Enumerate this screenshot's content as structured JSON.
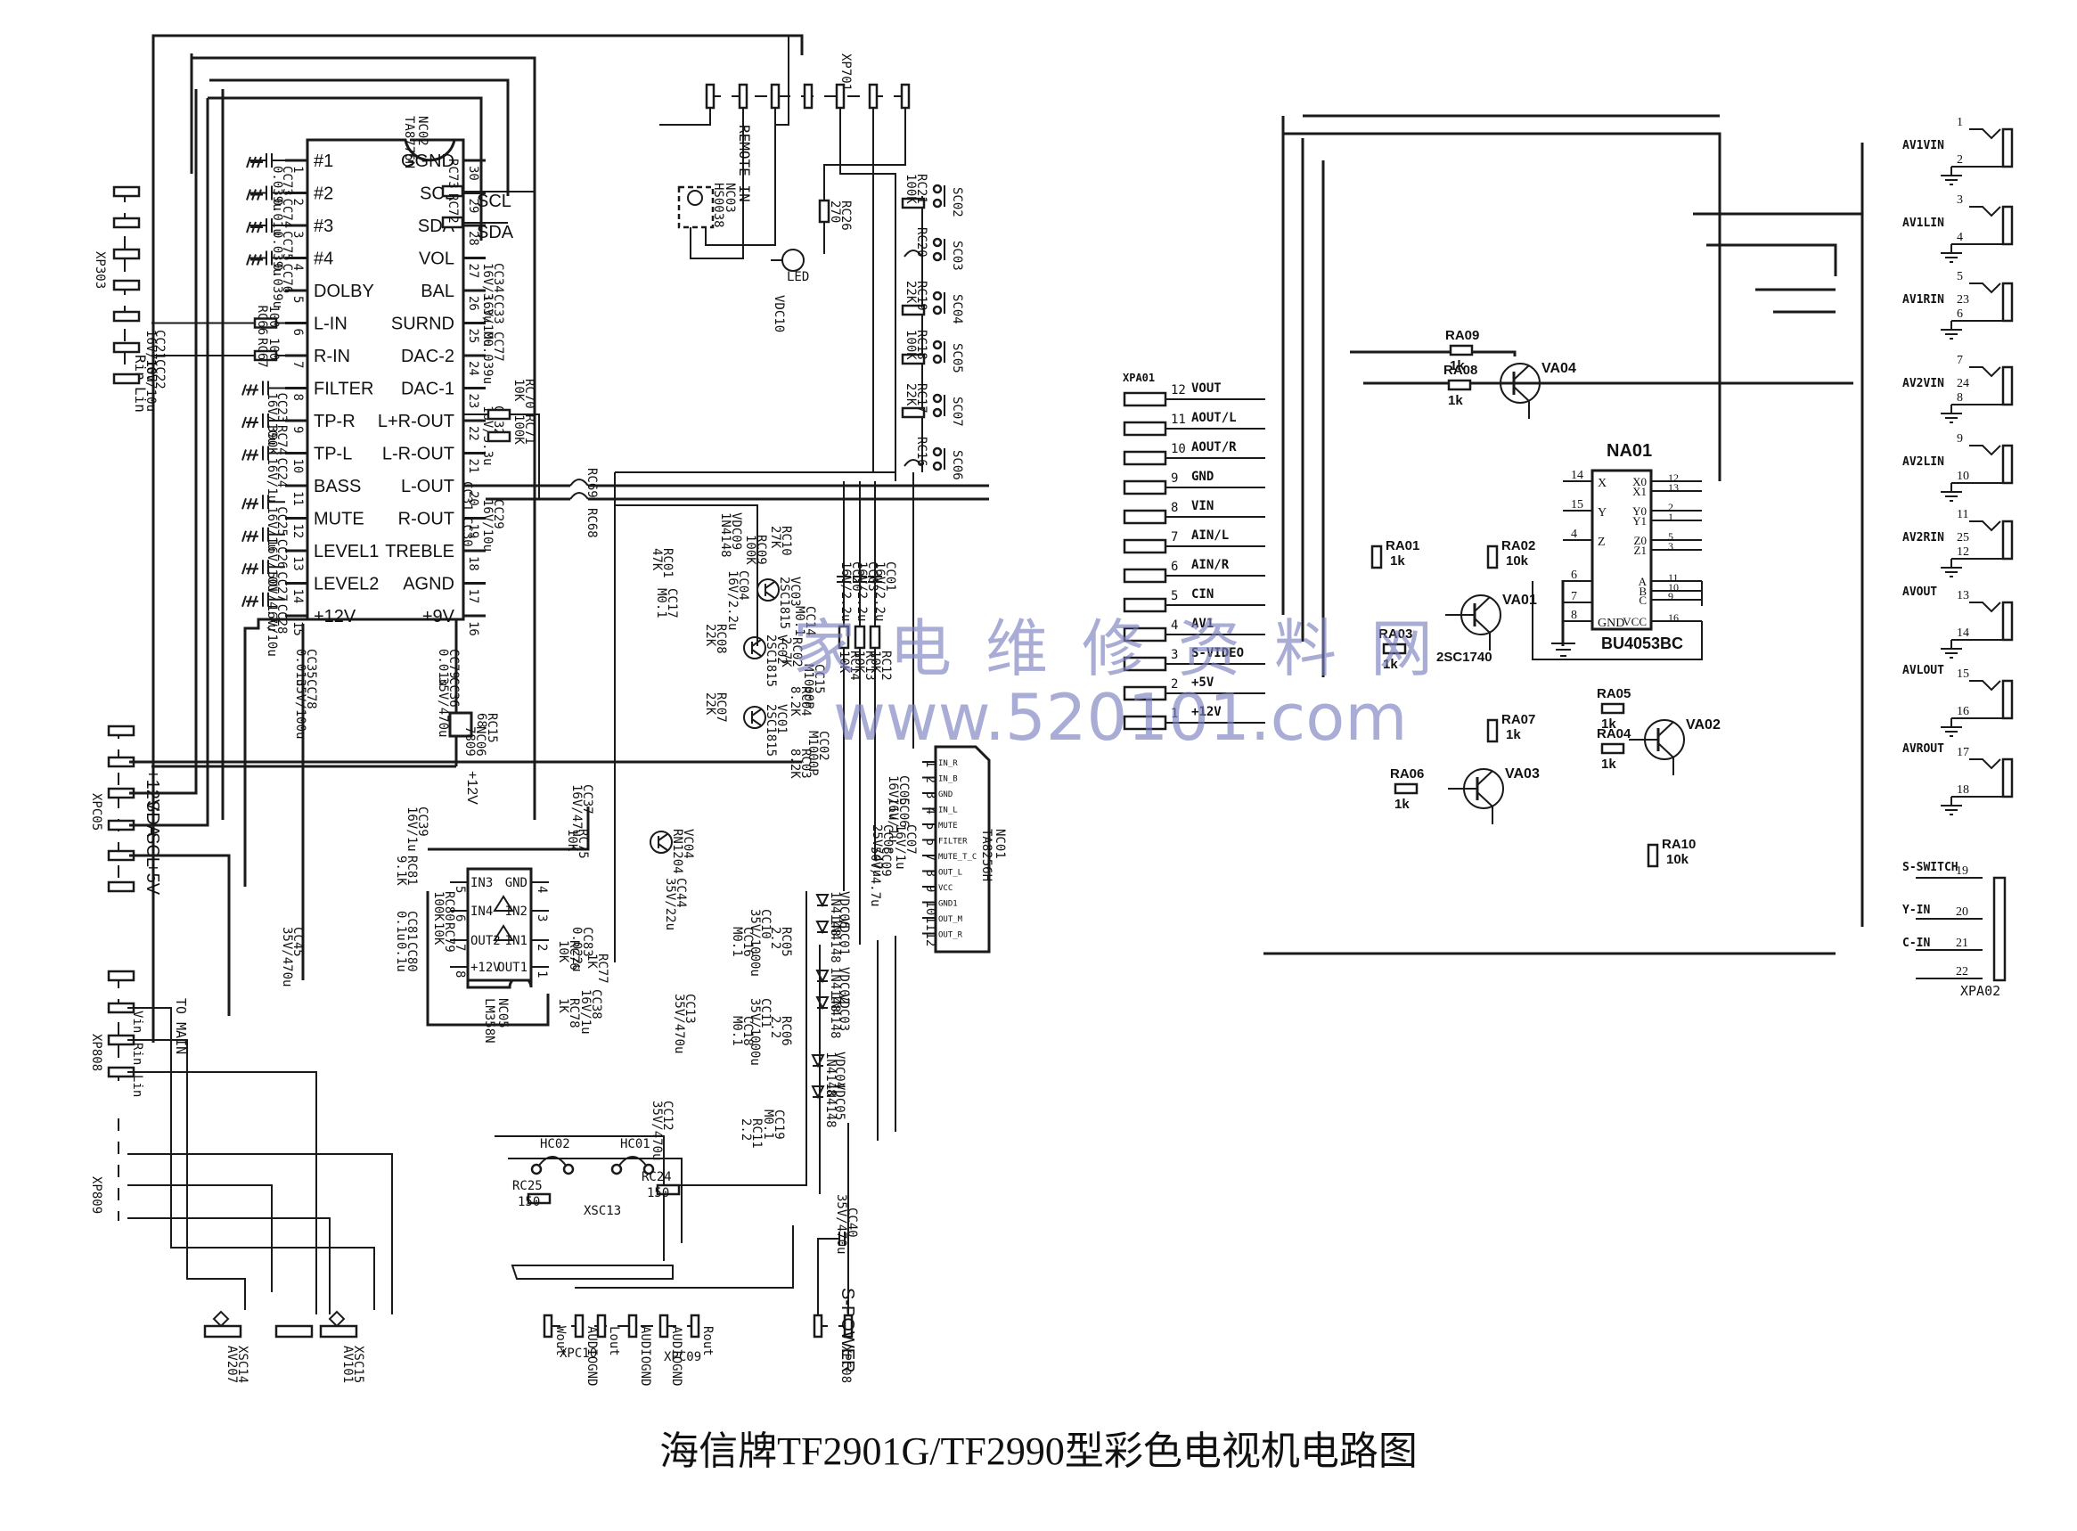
{
  "title": "海信牌TF2901G/TF2990型彩色电视机电路图",
  "watermark": {
    "text_cn": "家电维修资料网",
    "text_url": "www.520101.com",
    "color": "#7c80c0"
  },
  "ic_nc02": {
    "ref": "NC02",
    "part": "TA8776N",
    "left_pins": [
      {
        "n": "1",
        "name": "#1"
      },
      {
        "n": "2",
        "name": "#2"
      },
      {
        "n": "3",
        "name": "#3"
      },
      {
        "n": "4",
        "name": "#4"
      },
      {
        "n": "5",
        "name": "DOLBY"
      },
      {
        "n": "6",
        "name": "L-IN"
      },
      {
        "n": "7",
        "name": "R-IN"
      },
      {
        "n": "8",
        "name": "FILTER"
      },
      {
        "n": "9",
        "name": "TP-R"
      },
      {
        "n": "10",
        "name": "TP-L"
      },
      {
        "n": "11",
        "name": "BASS"
      },
      {
        "n": "12",
        "name": "MUTE"
      },
      {
        "n": "13",
        "name": "LEVEL1"
      },
      {
        "n": "14",
        "name": "LEVEL2"
      },
      {
        "n": "15",
        "name": "+12V"
      }
    ],
    "right_pins": [
      {
        "n": "30",
        "name": "GGND"
      },
      {
        "n": "29",
        "name": "SCL"
      },
      {
        "n": "28",
        "name": "SDA"
      },
      {
        "n": "27",
        "name": "VOL"
      },
      {
        "n": "26",
        "name": "BAL"
      },
      {
        "n": "25",
        "name": "SURND"
      },
      {
        "n": "24",
        "name": "DAC-2"
      },
      {
        "n": "23",
        "name": "DAC-1"
      },
      {
        "n": "22",
        "name": "L+R-OUT"
      },
      {
        "n": "21",
        "name": "L-R-OUT"
      },
      {
        "n": "20",
        "name": "L-OUT"
      },
      {
        "n": "19",
        "name": "R-OUT"
      },
      {
        "n": "18",
        "name": "TREBLE"
      },
      {
        "n": "17",
        "name": "AGND"
      },
      {
        "n": "16",
        "name": "+9V"
      }
    ],
    "left_caps": [
      {
        "ref": "CC73",
        "val": "0.039u"
      },
      {
        "ref": "CC74",
        "val": "0.01u"
      },
      {
        "ref": "CC75",
        "val": "0.039u"
      },
      {
        "ref": "CC76",
        "val": "0.039u"
      }
    ],
    "left_res": [
      {
        "ref": "RC66",
        "val": "100"
      },
      {
        "ref": "RC67",
        "val": "100"
      }
    ],
    "bus_labels": {
      "scl": "SCL",
      "sda": "SDA"
    },
    "right_parts": [
      {
        "ref": "RC73",
        "val": "100"
      },
      {
        "ref": "RC72",
        "val": "100"
      },
      {
        "ref": "CC34",
        "val": "16V/3.3u"
      },
      {
        "ref": "CC33",
        "val": "16V/10u"
      },
      {
        "ref": "CC77",
        "val": "M0.039u"
      },
      {
        "ref": "CC32",
        "val": "16V/3.3u"
      },
      {
        "ref": "RC70",
        "val": "10K"
      },
      {
        "ref": "RC71",
        "val": "100K"
      },
      {
        "ref": "CC31",
        "val": ""
      },
      {
        "ref": "CC30",
        "val": ""
      },
      {
        "ref": "CC29",
        "val": "16V/10u"
      },
      {
        "ref": "RC69",
        "val": ""
      },
      {
        "ref": "RC68",
        "val": ""
      }
    ],
    "lower_parts": [
      {
        "ref": "CC23",
        "val": "16V/10u"
      },
      {
        "ref": "RC74",
        "val": "390K"
      },
      {
        "ref": "CC24",
        "val": "16V/1u"
      },
      {
        "ref": "CC25",
        "val": "16V/1u"
      },
      {
        "ref": "CC26",
        "val": "16V/10U"
      },
      {
        "ref": "CC27",
        "val": "50V/4.7u"
      },
      {
        "ref": "CC28",
        "val": "16V/10u"
      }
    ]
  },
  "power_section": {
    "parts": [
      {
        "ref": "CC35",
        "val": "0.01u"
      },
      {
        "ref": "CC78",
        "val": "35V/100u"
      },
      {
        "ref": "CC79",
        "val": "0.01u"
      },
      {
        "ref": "CC36",
        "val": "35V/470u"
      },
      {
        "ref": "NC06",
        "val": "7809"
      },
      {
        "ref": "RC15",
        "val": "68"
      }
    ],
    "rail_label": "+12V"
  },
  "connectors_left": {
    "xp303": {
      "ref": "XP303",
      "labels": [
        "Rin",
        "Lin"
      ],
      "caps": [
        {
          "ref": "CC21",
          "val": "16V/10u"
        },
        {
          "ref": "CC22",
          "val": "16V/10u"
        }
      ]
    },
    "xpc05": {
      "ref": "XPC05",
      "labels": [
        "+12V",
        "SDA",
        "SCL",
        "+5V"
      ]
    },
    "xp808": {
      "ref": "XP808",
      "labels": [
        "Vin",
        "Rin",
        "Lin"
      ],
      "note": "TO MAIN"
    },
    "xp809": {
      "ref": "XP809"
    },
    "jacks": [
      {
        "ref": "XSC14",
        "name": "AV207"
      },
      {
        "ref": "XSC15",
        "name": "AV101"
      }
    ],
    "cc45": {
      "ref": "CC45",
      "val": "35V/470u"
    }
  },
  "lm358": {
    "ref": "NC05",
    "part": "LM358N",
    "pins": [
      {
        "n": "5",
        "name": "IN3"
      },
      {
        "n": "6",
        "name": "IN4"
      },
      {
        "n": "7",
        "name": "OUT2"
      },
      {
        "n": "8",
        "name": "+12V"
      },
      {
        "n": "4",
        "name": "GND"
      },
      {
        "n": "3",
        "name": "IN2"
      },
      {
        "n": "2",
        "name": "IN1"
      },
      {
        "n": "1",
        "name": "OUT1"
      }
    ],
    "parts": [
      {
        "ref": "RC81",
        "val": "9.1K"
      },
      {
        "ref": "RC80",
        "val": "100K"
      },
      {
        "ref": "RC79",
        "val": "10K"
      },
      {
        "ref": "CC81",
        "val": "0.1u"
      },
      {
        "ref": "CC80",
        "val": "0.1u"
      },
      {
        "ref": "CC39",
        "val": "16V/1u"
      },
      {
        "ref": "CC37",
        "val": "16V/47u"
      },
      {
        "ref": "RC75",
        "val": "10K"
      },
      {
        "ref": "CC83",
        "val": "0.022u"
      },
      {
        "ref": "RC76",
        "val": "10K"
      },
      {
        "ref": "RC77",
        "val": "1K"
      },
      {
        "ref": "RC78",
        "val": "1K"
      },
      {
        "ref": "CC38",
        "val": "16V/1u"
      }
    ]
  },
  "remote_panel": {
    "connector": "XP701",
    "remote_label": "REMOTE IN",
    "receiver": {
      "ref": "NC03",
      "val": "HS0038"
    },
    "led": {
      "ref": "VDC10",
      "label": "LED"
    },
    "rc26": {
      "ref": "RC26",
      "val": "270"
    },
    "keys": [
      {
        "sw": "SC02",
        "ref": "RC21",
        "val": "100K"
      },
      {
        "sw": "SC03",
        "ref": "RC20",
        "val": ""
      },
      {
        "sw": "SC04",
        "ref": "RC19",
        "val": "22K"
      },
      {
        "sw": "SC05",
        "ref": "RC18",
        "val": "100K"
      },
      {
        "sw": "SC07",
        "ref": "RC17",
        "val": "22K"
      },
      {
        "sw": "SC06",
        "ref": "RC16",
        "val": ""
      }
    ]
  },
  "mute_section": {
    "transistors": [
      {
        "ref": "VC03",
        "part": "2SC1815"
      },
      {
        "ref": "VC02",
        "part": "2SC1815"
      },
      {
        "ref": "VC01",
        "part": "2SC1815"
      },
      {
        "ref": "VC04",
        "part": "RN1204"
      }
    ],
    "parts": [
      {
        "ref": "VDC09",
        "val": "1N4148"
      },
      {
        "ref": "RC10",
        "val": "27K"
      },
      {
        "ref": "RC09",
        "val": "100K"
      },
      {
        "ref": "CC04",
        "val": "16V/2.2u"
      },
      {
        "ref": "RC01",
        "val": "47K"
      },
      {
        "ref": "CC17",
        "val": "M0.1"
      },
      {
        "ref": "CC14",
        "val": "M0.1"
      },
      {
        "ref": "RC02",
        "val": "2.7K"
      },
      {
        "ref": "CC15",
        "val": "M1000P"
      },
      {
        "ref": "RC04",
        "val": "8.2K"
      },
      {
        "ref": "RC08",
        "val": "22K"
      },
      {
        "ref": "RC07",
        "val": "22K"
      },
      {
        "ref": "CC02",
        "val": "M1000P"
      },
      {
        "ref": "RC03",
        "val": "8.2K"
      },
      {
        "ref": "CC20",
        "val": "16V/2.2u"
      },
      {
        "ref": "CC03",
        "val": "16V/2.2u"
      },
      {
        "ref": "CC01",
        "val": "16V/2.2u"
      },
      {
        "ref": "RC14",
        "val": "10K"
      },
      {
        "ref": "RC13",
        "val": "10K"
      },
      {
        "ref": "RC12",
        "val": "10K"
      },
      {
        "ref": "CC44",
        "val": "35V/22u"
      }
    ]
  },
  "amp_nc01": {
    "ref": "NC01",
    "part": "TA8256H",
    "pins": [
      {
        "n": "1",
        "name": "IN_R"
      },
      {
        "n": "2",
        "name": "IN_B"
      },
      {
        "n": "3",
        "name": "GND"
      },
      {
        "n": "4",
        "name": "IN_L"
      },
      {
        "n": "5",
        "name": "MUTE"
      },
      {
        "n": "6",
        "name": "FILTER"
      },
      {
        "n": "7",
        "name": "MUTE_T_C"
      },
      {
        "n": "8",
        "name": "OUT_L"
      },
      {
        "n": "9",
        "name": "VCC"
      },
      {
        "n": "10",
        "name": "GND1"
      },
      {
        "n": "11",
        "name": "OUT_M"
      },
      {
        "n": "12",
        "name": "OUT_R"
      }
    ],
    "parts": [
      {
        "ref": "CC05",
        "val": "16V/1u"
      },
      {
        "ref": "CC06",
        "val": "16V/1u"
      },
      {
        "ref": "CC07",
        "val": "16V/1u"
      },
      {
        "ref": "CC08",
        "val": "25V/47u"
      },
      {
        "ref": "CC09",
        "val": "50V/4.7u"
      },
      {
        "ref": "CC10",
        "val": "35V/1000u"
      },
      {
        "ref": "CC16",
        "val": "M0.1"
      },
      {
        "ref": "RC05",
        "val": "2.2"
      },
      {
        "ref": "CC11",
        "val": "35V/1000u"
      },
      {
        "ref": "CC18",
        "val": "M0.1"
      },
      {
        "ref": "RC06",
        "val": "2.2"
      },
      {
        "ref": "CC12",
        "val": "35V/470u"
      },
      {
        "ref": "CC19",
        "val": "M0.1"
      },
      {
        "ref": "RC11",
        "val": "2.2"
      },
      {
        "ref": "CC13",
        "val": "35V/470u"
      }
    ],
    "diodes": [
      {
        "ref": "VDC06",
        "val": "1N4148"
      },
      {
        "ref": "VDC01",
        "val": "1N4148"
      },
      {
        "ref": "VDC02",
        "val": "1N4148"
      },
      {
        "ref": "VDC03",
        "val": "1N4148"
      },
      {
        "ref": "VDC04",
        "val": "1N4148"
      },
      {
        "ref": "VDC05",
        "val": "1N4148"
      }
    ]
  },
  "output_section": {
    "hc": [
      {
        "ref": "HC02"
      },
      {
        "ref": "HC01"
      }
    ],
    "res": [
      {
        "ref": "RC25",
        "val": "150"
      },
      {
        "ref": "RC24",
        "val": "150"
      }
    ],
    "jack": "XSC13",
    "xpc10": {
      "ref": "XPC10",
      "pins": [
        "Wout",
        "AUDIOGND",
        "Lout"
      ]
    },
    "xpc09": {
      "ref": "XPC09",
      "pins": [
        "AUDIOGND",
        "AUDIOGND",
        "Rout"
      ]
    },
    "xpc08": {
      "ref": "XPC08",
      "label": "S-POWER"
    },
    "cc40": {
      "ref": "CC40",
      "val": "35V/470u"
    }
  },
  "xpa01": {
    "ref": "XPA01",
    "pins": [
      {
        "n": "12",
        "name": "VOUT"
      },
      {
        "n": "11",
        "name": "AOUT/L"
      },
      {
        "n": "10",
        "name": "AOUT/R"
      },
      {
        "n": "9",
        "name": "GND"
      },
      {
        "n": "8",
        "name": "VIN"
      },
      {
        "n": "7",
        "name": "AIN/L"
      },
      {
        "n": "6",
        "name": "AIN/R"
      },
      {
        "n": "5",
        "name": "CIN"
      },
      {
        "n": "4",
        "name": "AV1"
      },
      {
        "n": "3",
        "name": "S-VIDEO"
      },
      {
        "n": "2",
        "name": "+5V"
      },
      {
        "n": "1",
        "name": "+12V"
      }
    ]
  },
  "av_switch": {
    "ic": {
      "ref": "NA01",
      "part": "BU4053BC",
      "left_pins": [
        {
          "n": "14",
          "name": "X"
        },
        {
          "n": "15",
          "name": "Y"
        },
        {
          "n": "4",
          "name": "Z"
        },
        {
          "n": "6",
          "name": ""
        },
        {
          "n": "7",
          "name": ""
        },
        {
          "n": "8",
          "name": "GND"
        }
      ],
      "right_pins": [
        {
          "n": "12",
          "name": "X0"
        },
        {
          "n": "13",
          "name": "X1"
        },
        {
          "n": "2",
          "name": "Y0"
        },
        {
          "n": "1",
          "name": "Y1"
        },
        {
          "n": "5",
          "name": "Z0"
        },
        {
          "n": "3",
          "name": "Z1"
        },
        {
          "n": "11",
          "name": "A"
        },
        {
          "n": "10",
          "name": "B"
        },
        {
          "n": "9",
          "name": "C"
        },
        {
          "n": "16",
          "name": "VCC"
        }
      ]
    },
    "resistors": [
      {
        "ref": "RA09",
        "val": "1k"
      },
      {
        "ref": "RA08",
        "val": "1k"
      },
      {
        "ref": "RA01",
        "val": "1k"
      },
      {
        "ref": "RA02",
        "val": "10k"
      },
      {
        "ref": "RA03",
        "val": "1k"
      },
      {
        "ref": "RA05",
        "val": "1k"
      },
      {
        "ref": "RA04",
        "val": "1k"
      },
      {
        "ref": "RA07",
        "val": "1k"
      },
      {
        "ref": "RA06",
        "val": "1k"
      },
      {
        "ref": "RA10",
        "val": "10k"
      }
    ],
    "transistors": [
      {
        "ref": "VA04",
        "part": ""
      },
      {
        "ref": "VA01",
        "part": "2SC1740"
      },
      {
        "ref": "VA02",
        "part": ""
      },
      {
        "ref": "VA03",
        "part": ""
      }
    ]
  },
  "xpa02": {
    "ref": "XPA02",
    "jacks": [
      {
        "label": "AV1VIN",
        "pins": [
          "1",
          "2"
        ]
      },
      {
        "label": "AV1LIN",
        "pins": [
          "3",
          "4"
        ]
      },
      {
        "label": "AV1RIN",
        "pins": [
          "5",
          "23",
          "6"
        ]
      },
      {
        "label": "AV2VIN",
        "pins": [
          "7",
          "24",
          "8"
        ]
      },
      {
        "label": "AV2LIN",
        "pins": [
          "9",
          "10"
        ]
      },
      {
        "label": "AV2RIN",
        "pins": [
          "11",
          "25",
          "12"
        ]
      },
      {
        "label": "AVOUT",
        "pins": [
          "13",
          "14"
        ]
      },
      {
        "label": "AVLOUT",
        "pins": [
          "15",
          "16"
        ]
      },
      {
        "label": "AVROUT",
        "pins": [
          "17",
          "18"
        ]
      }
    ],
    "svideo": {
      "labels": [
        "S-SWITCH",
        "Y-IN",
        "C-IN"
      ],
      "pins": [
        "19",
        "20",
        "21",
        "22"
      ]
    }
  }
}
